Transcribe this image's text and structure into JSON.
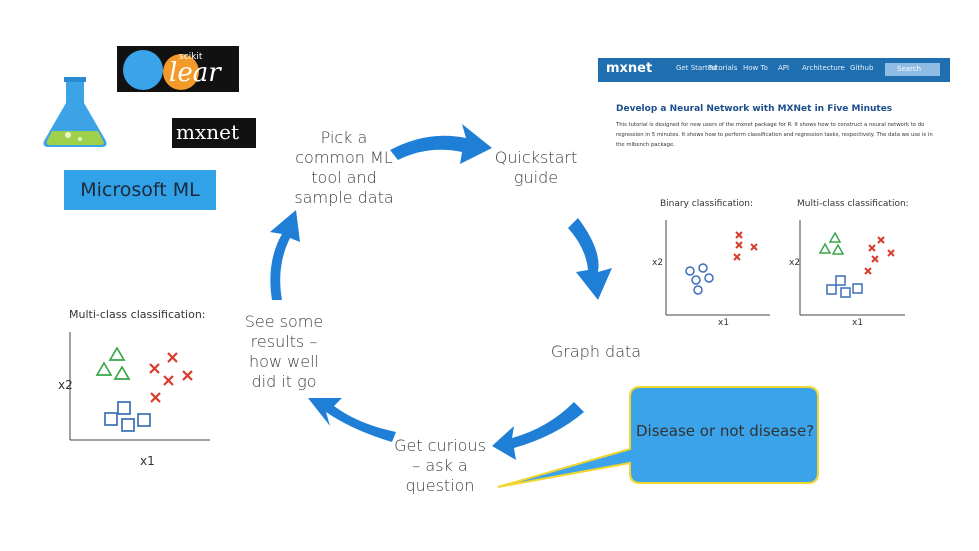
{
  "logos": {
    "scikit_small": "scikit",
    "scikit_big": "lear",
    "mxnet": "mxnet"
  },
  "microsoft_ml": "Microsoft ML",
  "steps": {
    "pick": "Pick a common ML tool and sample data",
    "quickstart": "Quickstart guide",
    "graph": "Graph data",
    "curious": "Get curious – ask a question",
    "results": "See some results – how well did it go"
  },
  "bubble": "Disease or not disease?",
  "mxnet_page": {
    "brand": "mxnet",
    "nav": [
      "Get Started",
      "Tutorials",
      "How To",
      "API",
      "Architecture",
      "Github"
    ],
    "search": "Search",
    "title": "Develop a Neural Network with MXNet in Five Minutes",
    "body_lines": [
      "This tutorial is designed for new users of the mxnet package for R. It shows how to construct a neural network to do",
      "regression in 5 minutes. It shows how to perform classification and regression tasks, respectively. The data we use is in",
      "the mlbench package."
    ]
  },
  "panels": {
    "binary_title": "Binary classification:",
    "multi_title": "Multi-class classification:",
    "left_title": "Multi-class classification:",
    "x1": "x1",
    "x2": "x2"
  },
  "colors": {
    "arrow": "#1f7fd6",
    "bubble": "#3aa3ea",
    "ms_box": "#32a2e8",
    "marker_red": "#d83b2b",
    "marker_green": "#3aa64a",
    "marker_blue": "#3b6fb5"
  }
}
